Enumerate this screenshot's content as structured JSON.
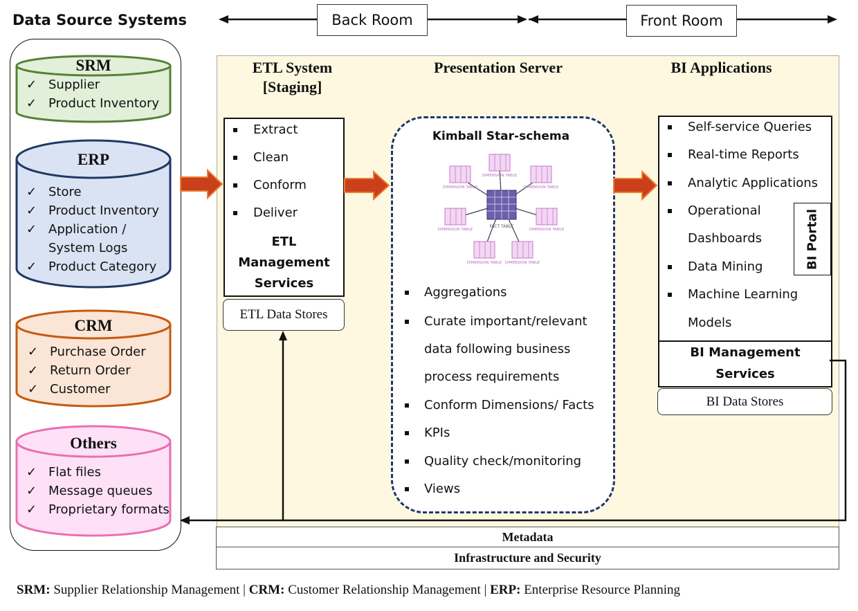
{
  "header": {
    "title": "Data Source Systems",
    "back_room": "Back Room",
    "front_room": "Front Room"
  },
  "sources": [
    {
      "name": "SRM",
      "color": "#e2efd9",
      "border": "#548235",
      "items": [
        "Supplier",
        "Product Inventory"
      ]
    },
    {
      "name": "ERP",
      "color": "#dae3f3",
      "border": "#203864",
      "items": [
        "Store",
        "Product Inventory",
        "Application /",
        "System Logs",
        "Product Category"
      ]
    },
    {
      "name": "CRM",
      "color": "#fbe5d6",
      "border": "#c55a11",
      "items": [
        "Purchase Order",
        "Return Order",
        "Customer"
      ]
    },
    {
      "name": "Others",
      "color": "#ffe1f7",
      "border": "#ea6fb0",
      "items": [
        "Flat files",
        "Message queues",
        "Proprietary formats"
      ]
    }
  ],
  "etl": {
    "title_line1": "ETL System",
    "title_line2": "[Staging]",
    "steps": [
      "Extract",
      "Clean",
      "Conform",
      "Deliver"
    ],
    "mgmt_line1": "ETL",
    "mgmt_line2": "Management",
    "mgmt_line3": "Services",
    "stores": "ETL Data Stores"
  },
  "presentation": {
    "title": "Presentation Server",
    "star_title": "Kimball Star-schema",
    "dim_label": "DIMENSION TABLE",
    "fact_label": "FACT TABLE",
    "items": [
      "Aggregations",
      "Curate important/relevant",
      "data following business",
      "process requirements",
      "Conform Dimensions/ Facts",
      "KPIs",
      "Quality check/monitoring",
      "Views"
    ]
  },
  "bi": {
    "title": "BI Applications",
    "items": [
      "Self-service Queries",
      "Real-time Reports",
      "Analytic Applications",
      "Operational",
      "Dashboards",
      "Data Mining",
      "Machine Learning",
      "Models"
    ],
    "portal": "BI Portal",
    "mgmt_line1": "BI Management",
    "mgmt_line2": "Services",
    "stores": "BI Data Stores"
  },
  "bottom": {
    "metadata": "Metadata",
    "infrastructure": "Infrastructure and Security"
  },
  "footnote": {
    "srm_abbr": "SRM:",
    "srm_text": " Supplier Relationship Management | ",
    "crm_abbr": "CRM:",
    "crm_text": " Customer Relationship Management | ",
    "erp_abbr": "ERP:",
    "erp_text": " Enterprise Resource Planning"
  },
  "colors": {
    "panel_bg": "#fff8e1",
    "arrow_fill": "#c9401b",
    "arrow_stroke": "#ed7d31",
    "dashed_border": "#1f3864",
    "star_pink": "#d38ad6",
    "fact_purple": "#6b5fa8"
  }
}
